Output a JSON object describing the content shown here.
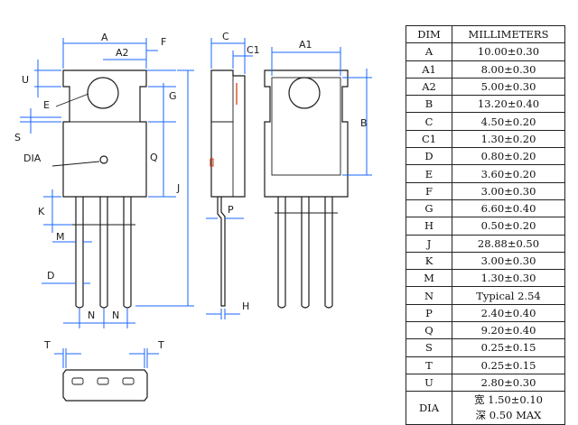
{
  "labels": {
    "A": "A",
    "A1": "A1",
    "A2": "A2",
    "B": "B",
    "C": "C",
    "C1": "C1",
    "D": "D",
    "E": "E",
    "F": "F",
    "G": "G",
    "H": "H",
    "J": "J",
    "K": "K",
    "M": "M",
    "N": "N",
    "P": "P",
    "Q": "Q",
    "S": "S",
    "T": "T",
    "U": "U",
    "DIA": "DIA"
  },
  "table": {
    "header": [
      "DIM",
      "MILLIMETERS"
    ],
    "rows": [
      {
        "dim": "A",
        "value": "10.00±0.30"
      },
      {
        "dim": "A1",
        "value": "8.00±0.30"
      },
      {
        "dim": "A2",
        "value": "5.00±0.30"
      },
      {
        "dim": "B",
        "value": "13.20±0.40"
      },
      {
        "dim": "C",
        "value": "4.50±0.20"
      },
      {
        "dim": "C1",
        "value": "1.30±0.20"
      },
      {
        "dim": "D",
        "value": "0.80±0.20"
      },
      {
        "dim": "E",
        "value": "3.60±0.20"
      },
      {
        "dim": "F",
        "value": "3.00±0.30"
      },
      {
        "dim": "G",
        "value": "6.60±0.40"
      },
      {
        "dim": "H",
        "value": "0.50±0.20"
      },
      {
        "dim": "J",
        "value": "28.88±0.50"
      },
      {
        "dim": "K",
        "value": "3.00±0.30"
      },
      {
        "dim": "M",
        "value": "1.30±0.30"
      },
      {
        "dim": "N",
        "value": "Typical 2.54"
      },
      {
        "dim": "P",
        "value": "2.40±0.40"
      },
      {
        "dim": "Q",
        "value": "9.20±0.40"
      },
      {
        "dim": "S",
        "value": "0.25±0.15"
      },
      {
        "dim": "T",
        "value": "0.25±0.15"
      },
      {
        "dim": "U",
        "value": "2.80±0.30"
      }
    ],
    "dia": {
      "dim": "DIA",
      "value_line1": "宽 1.50±0.10",
      "value_line2": "深 0.50 MAX"
    }
  },
  "colors": {
    "dimension_line": "#1a66ff",
    "outline": "#1a1a1a",
    "mark": "#cc3300"
  }
}
